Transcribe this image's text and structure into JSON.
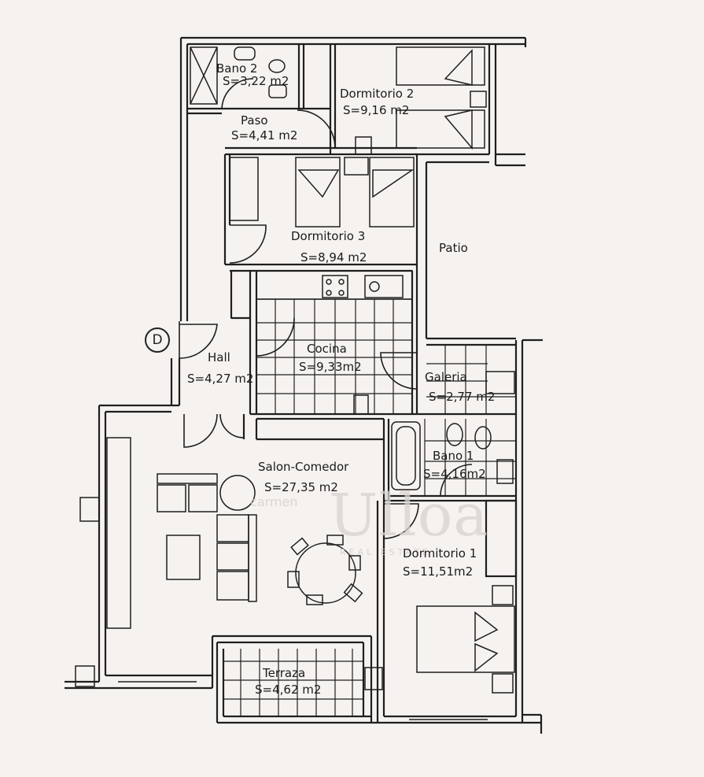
{
  "entrance_marker": "D",
  "rooms": {
    "bano2": {
      "label": "Bano 2",
      "area": "S=3,22 m2"
    },
    "dormitorio2": {
      "label": "Dormitorio 2",
      "area": "S=9,16 m2"
    },
    "paso": {
      "label": "Paso",
      "area": "S=4,41 m2"
    },
    "dormitorio3": {
      "label": "Dormitorio 3",
      "area": "S=8,94 m2"
    },
    "patio": {
      "label": "Patio"
    },
    "cocina": {
      "label": "Cocina",
      "area": "S=9,33m2"
    },
    "hall": {
      "label": "Hall",
      "area": "S=4,27 m2"
    },
    "galeria": {
      "label": "Galeria",
      "area": "S=2,77 m2"
    },
    "bano1": {
      "label": "Bano 1",
      "area": "S=4,16m2"
    },
    "salon": {
      "label": "Salon-Comedor",
      "area": "S=27,35 m2"
    },
    "dormitorio1": {
      "label": "Dormitorio 1",
      "area": "S=11,51m2"
    },
    "terraza": {
      "label": "Terraza",
      "area": "S=4,62 m2"
    }
  },
  "watermark": {
    "brand": "Ulloa",
    "small": "carmen",
    "sub": "REAL ESTATE"
  },
  "colors": {
    "wall": "#1f1f1f",
    "paper": "#f6f2ef",
    "tile": "#2a2a2a",
    "watermark": "#d9d3d0"
  }
}
